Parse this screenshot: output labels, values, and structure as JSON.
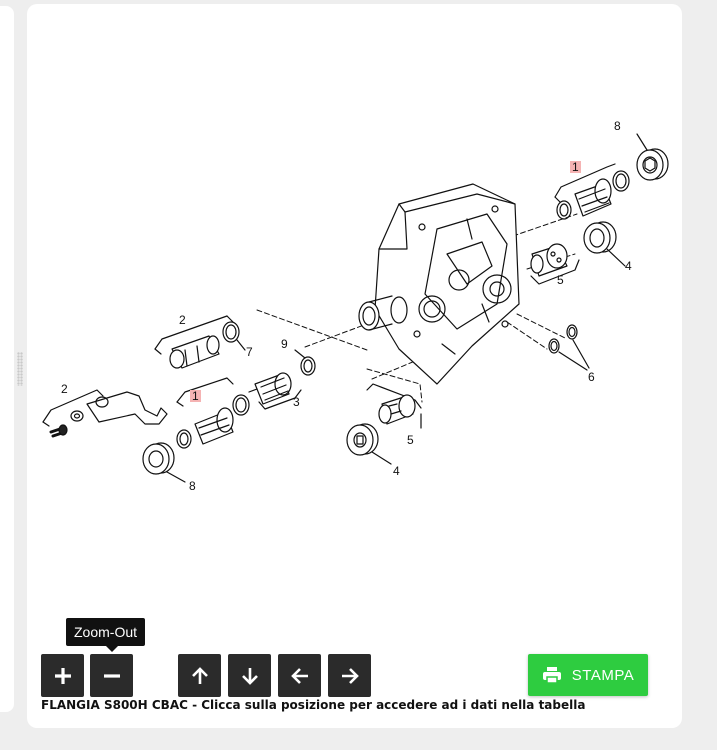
{
  "viewer": {
    "caption": "FLANGIA S800H CBAC - Clicca sulla posizione per accedere ad i dati nella tabella",
    "tooltip": "Zoom-Out",
    "print_label": "STAMPA",
    "print_color": "#2ecc40",
    "controls": [
      {
        "name": "zoom-in",
        "icon": "plus-icon"
      },
      {
        "name": "zoom-out",
        "icon": "minus-icon"
      },
      {
        "name": "pan-up",
        "icon": "arrow-up-icon"
      },
      {
        "name": "pan-down",
        "icon": "arrow-down-icon"
      },
      {
        "name": "pan-left",
        "icon": "arrow-left-icon"
      },
      {
        "name": "pan-right",
        "icon": "arrow-right-icon"
      }
    ]
  },
  "callouts": {
    "c1_top": "1",
    "c8_top": "8",
    "c4_right": "4",
    "c5_right": "5",
    "c6": "6",
    "c2_mid": "2",
    "c7": "7",
    "c9": "9",
    "c3": "3",
    "c2_left": "2",
    "c1_bottom": "1",
    "c8_bottom": "8",
    "c5_bottom": "5",
    "c4_bottom": "4"
  },
  "highlight_color": "#f5b3b3"
}
